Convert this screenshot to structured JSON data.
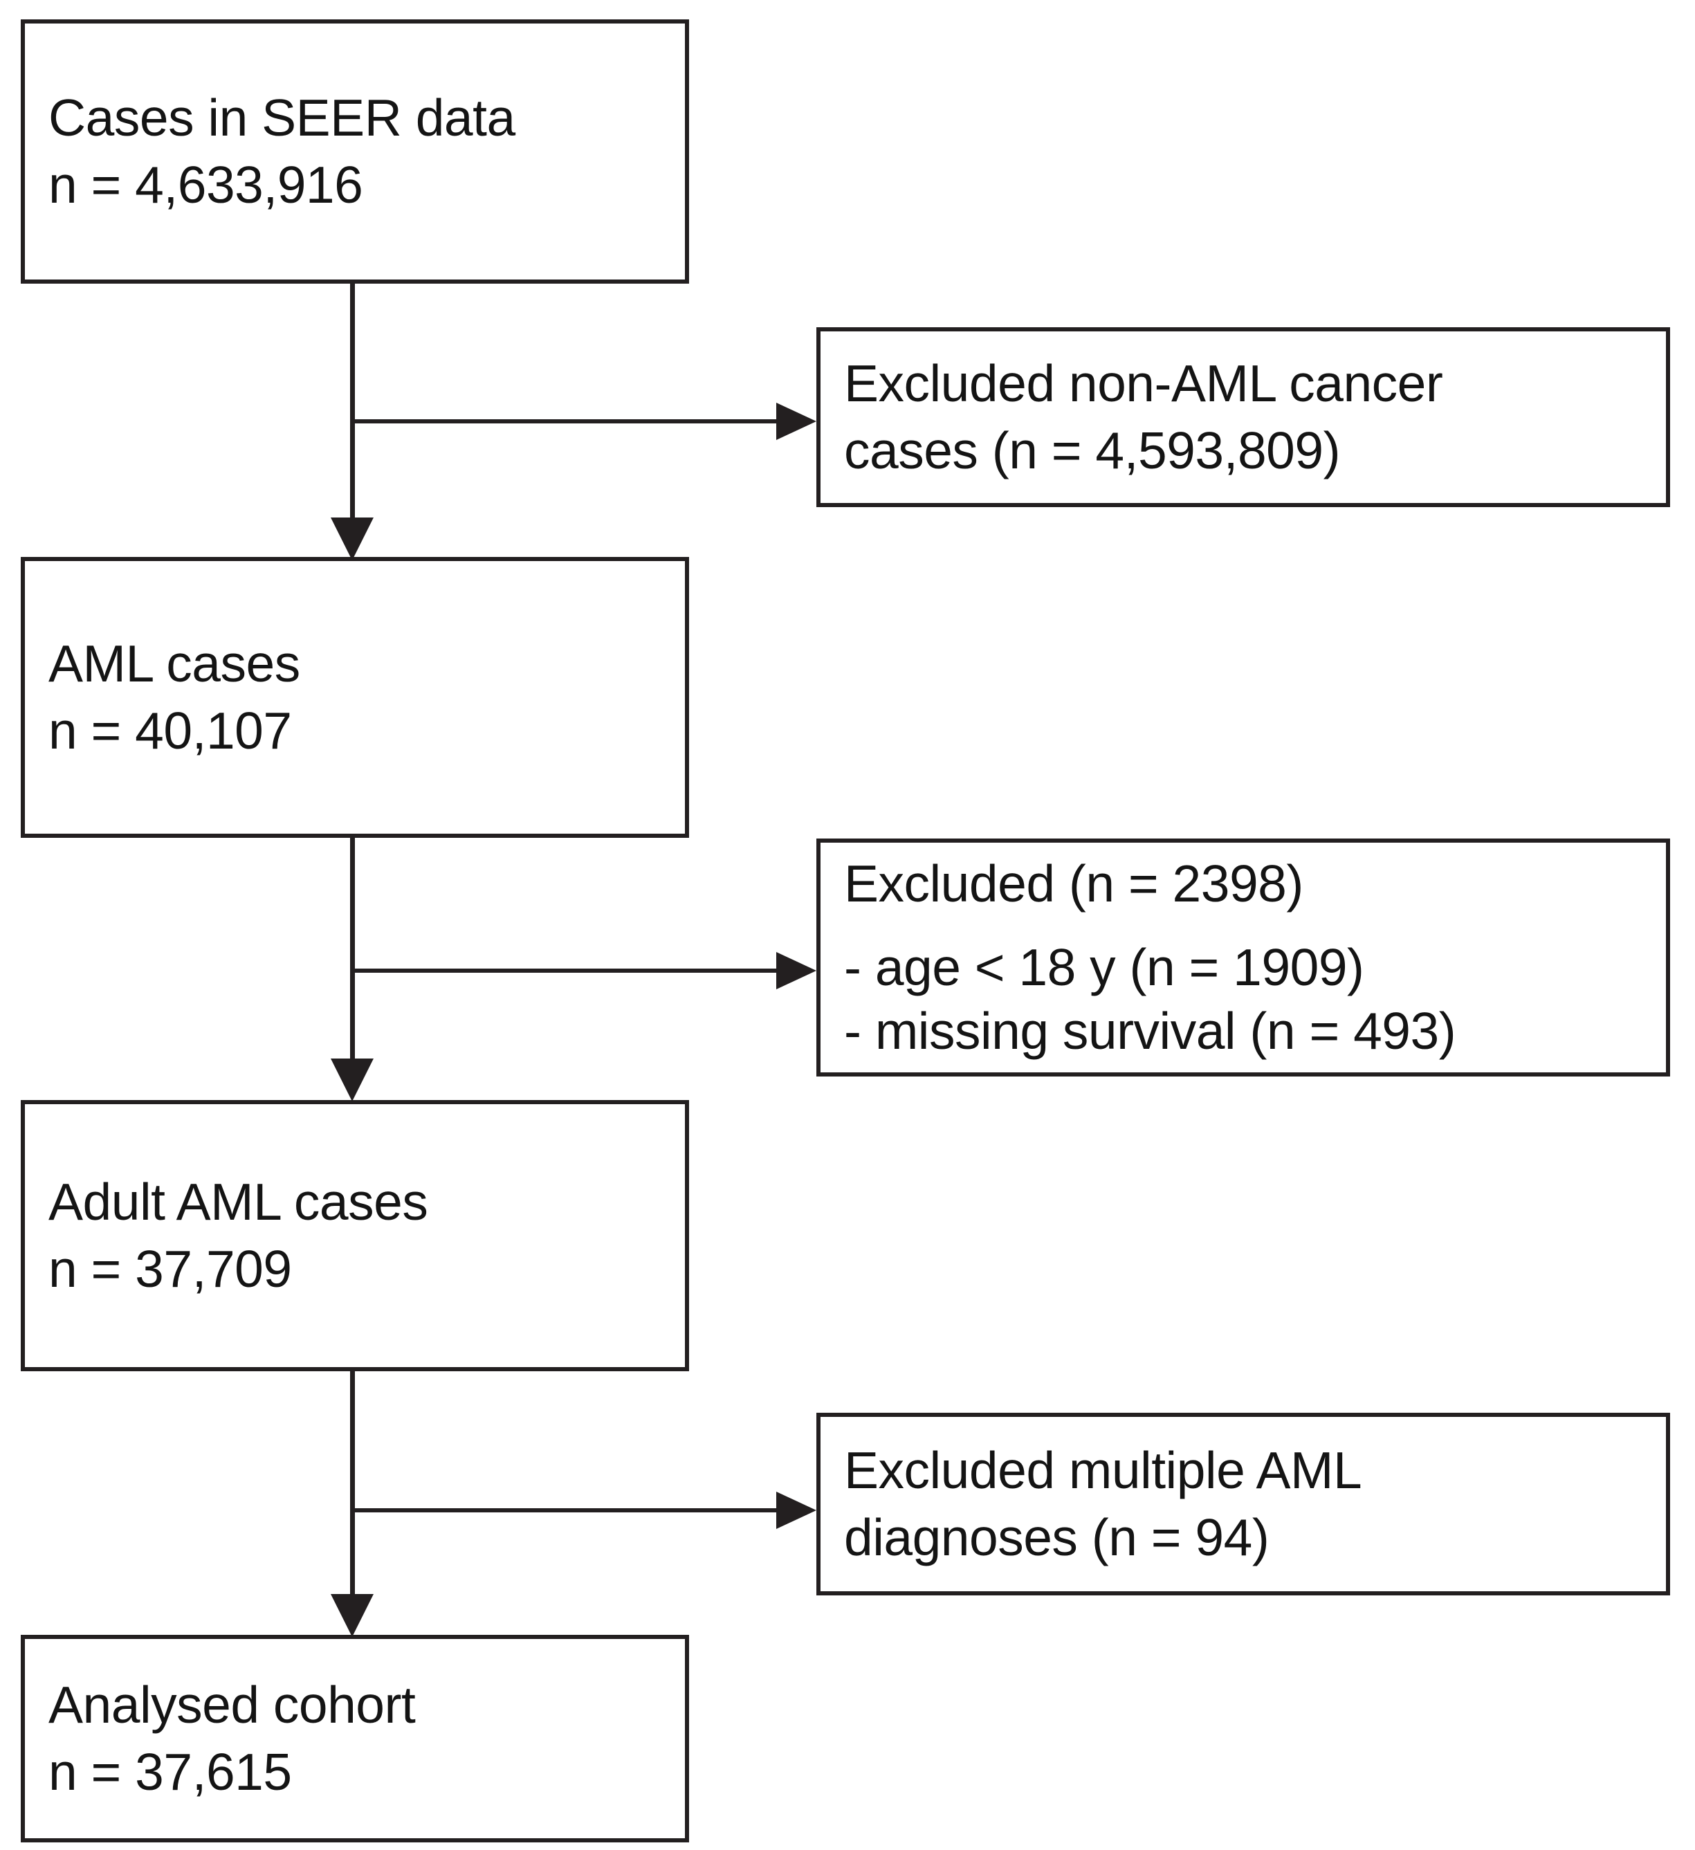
{
  "figure": {
    "type": "flowchart",
    "orientation": "top-to-bottom with right-side exclusion branches",
    "accent_color": "#231f20",
    "background_color": "#ffffff"
  },
  "nodes": {
    "seer": {
      "id": "cases-in-seer-data",
      "line1": "Cases in SEER data",
      "line2": "n = 4,633,916",
      "count": 4633916
    },
    "excluded_nonaml": {
      "id": "excluded-non-aml-cancer-cases",
      "line1": "Excluded non-AML cancer",
      "line2": "cases (n = 4,593,809)",
      "count": 4593809
    },
    "aml": {
      "id": "aml-cases",
      "line1": "AML cases",
      "line2": "n = 40,107",
      "count": 40107
    },
    "excluded_age_survival": {
      "id": "excluded-age-and-missing-survival",
      "line1": "Excluded (n = 2398)",
      "line2": "- age < 18 y (n = 1909)",
      "line3": "- missing survival (n = 493)",
      "count": 2398,
      "sub_counts": {
        "age_under_18": 1909,
        "missing_survival": 493
      }
    },
    "adult_aml": {
      "id": "adult-aml-cases",
      "line1": "Adult AML cases",
      "line2": "n = 37,709",
      "count": 37709
    },
    "excluded_multiple": {
      "id": "excluded-multiple-aml-diagnoses",
      "line1": "Excluded multiple AML",
      "line2": "diagnoses (n = 94)",
      "count": 94
    },
    "cohort": {
      "id": "analysed-cohort",
      "line1": "Analysed cohort",
      "line2": "n = 37,615",
      "count": 37615
    }
  },
  "connectors": [
    {
      "id": "seer-to-aml",
      "kind": "vertical-arrow"
    },
    {
      "id": "seer-to-excluded-non-aml",
      "kind": "horizontal-arrow"
    },
    {
      "id": "aml-to-adult-aml",
      "kind": "vertical-arrow"
    },
    {
      "id": "aml-to-excluded-age-survival",
      "kind": "horizontal-arrow"
    },
    {
      "id": "adult-aml-to-cohort",
      "kind": "vertical-arrow"
    },
    {
      "id": "adult-aml-to-excluded-multiple",
      "kind": "horizontal-arrow"
    }
  ]
}
